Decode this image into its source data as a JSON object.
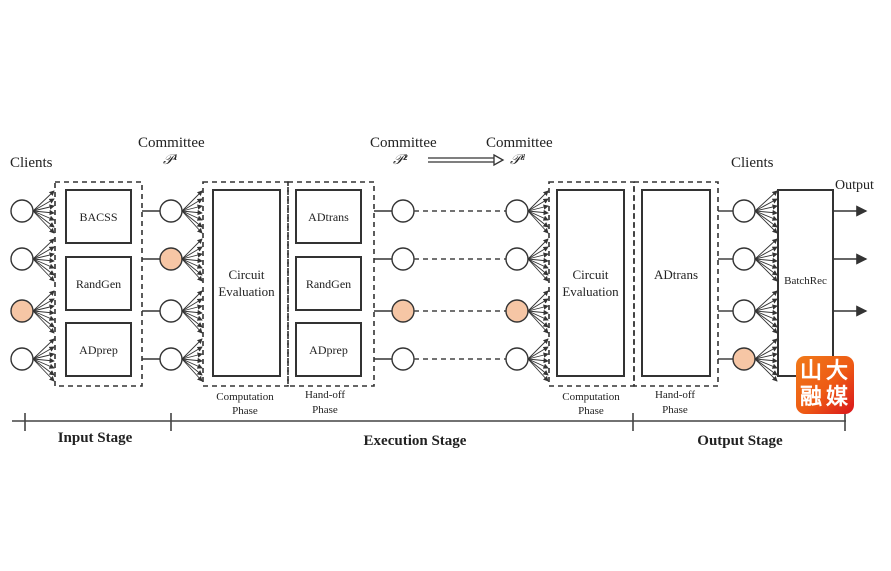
{
  "colors": {
    "corrupted_node": "#f6c6a5",
    "honest_node": "#ffffff",
    "stroke": "#333333",
    "logo_orange": "#f07a1a",
    "logo_red": "#d9141c"
  },
  "labels": {
    "clients_input": "Clients",
    "committee_1": "Committee",
    "committee_1_sym": "𝒫¹",
    "committee_2": "Committee",
    "committee_2_sym": "𝒫²",
    "committee_d": "Committee",
    "committee_d_sym": "𝒫ᵈ",
    "clients_output": "Clients",
    "output": "Output"
  },
  "input_stage": {
    "modules": [
      "BACSS",
      "RandGen",
      "ADprep"
    ],
    "client_corrupted": [
      false,
      false,
      true,
      false
    ]
  },
  "committee1": {
    "corrupted": [
      false,
      true,
      false,
      false
    ]
  },
  "execution_stage": {
    "computation_box": [
      "Circuit",
      "Evaluation"
    ],
    "computation_phase": [
      "Computation",
      "Phase"
    ],
    "handoff_modules": [
      "ADtrans",
      "RandGen",
      "ADprep"
    ],
    "handoff_phase": [
      "Hand-off",
      "Phase"
    ],
    "committee2_corrupted": [
      false,
      false,
      true,
      false
    ],
    "committeed_corrupted": [
      false,
      false,
      true,
      false
    ],
    "computation_box_2": [
      "Circuit",
      "Evaluation"
    ],
    "computation_phase_2": [
      "Computation",
      "Phase"
    ]
  },
  "output_stage": {
    "handoff_module": "ADtrans",
    "handoff_phase": [
      "Hand-off",
      "Phase"
    ],
    "client_corrupted": [
      false,
      false,
      false,
      true
    ],
    "batch_module": "BatchRec"
  },
  "stages": [
    "Input Stage",
    "Execution Stage",
    "Output Stage"
  ],
  "watermark": {
    "chars": [
      "山",
      "大",
      "融",
      "媒"
    ]
  }
}
